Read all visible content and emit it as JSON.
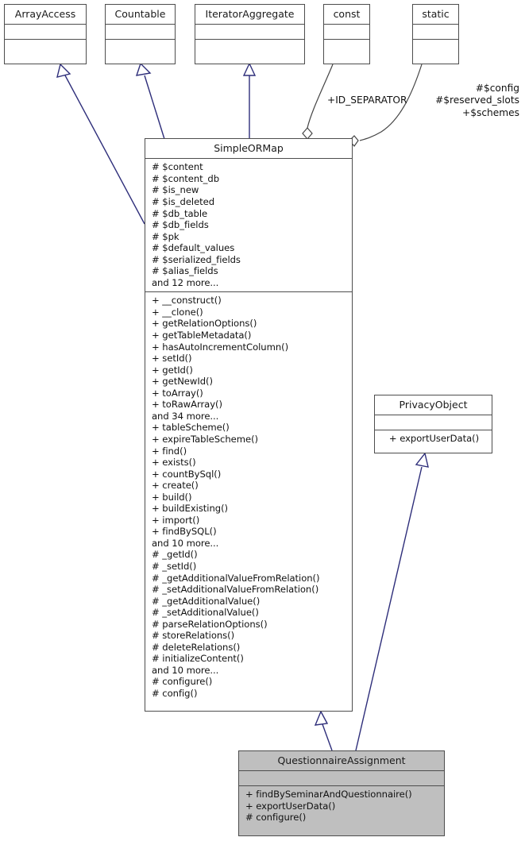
{
  "diagram": {
    "kind": "uml-class-diagram",
    "colors": {
      "inheritance_arrow": "#2e2e7a",
      "association_line": "#444444",
      "box_border": "#4d4d4d",
      "box_fill": "#ffffff",
      "highlight_fill": "#bfbfbf",
      "text": "#111111",
      "background": "#ffffff"
    },
    "classes": [
      {
        "id": "array-access",
        "name": "ArrayAccess",
        "attributes": [],
        "methods": [],
        "highlighted": false
      },
      {
        "id": "countable",
        "name": "Countable",
        "attributes": [],
        "methods": [],
        "highlighted": false
      },
      {
        "id": "iterator-aggregate",
        "name": "IteratorAggregate",
        "attributes": [],
        "methods": [],
        "highlighted": false
      },
      {
        "id": "const",
        "name": "const",
        "attributes": [],
        "methods": [],
        "highlighted": false
      },
      {
        "id": "static",
        "name": "static",
        "attributes": [],
        "methods": [],
        "highlighted": false
      },
      {
        "id": "simple-or-map",
        "name": "SimpleORMap",
        "attributes": [
          "# $content",
          "# $content_db",
          "# $is_new",
          "# $is_deleted",
          "# $db_table",
          "# $db_fields",
          "# $pk",
          "# $default_values",
          "# $serialized_fields",
          "# $alias_fields",
          "and 12 more..."
        ],
        "methods": [
          "+ __construct()",
          "+ __clone()",
          "+ getRelationOptions()",
          "+ getTableMetadata()",
          "+ hasAutoIncrementColumn()",
          "+ setId()",
          "+ getId()",
          "+ getNewId()",
          "+ toArray()",
          "+ toRawArray()",
          "and 34 more...",
          "+ tableScheme()",
          "+ expireTableScheme()",
          "+ find()",
          "+ exists()",
          "+ countBySql()",
          "+ create()",
          "+ build()",
          "+ buildExisting()",
          "+ import()",
          "+ findBySQL()",
          "and 10 more...",
          "# _getId()",
          "# _setId()",
          "# _getAdditionalValueFromRelation()",
          "# _setAdditionalValueFromRelation()",
          "# _getAdditionalValue()",
          "# _setAdditionalValue()",
          "# parseRelationOptions()",
          "# storeRelations()",
          "# deleteRelations()",
          "# initializeContent()",
          "and 10 more...",
          "# configure()",
          "# config()"
        ],
        "highlighted": false
      },
      {
        "id": "privacy-object",
        "name": "PrivacyObject",
        "attributes": [],
        "methods": [
          "+ exportUserData()"
        ],
        "highlighted": false
      },
      {
        "id": "questionnaire-assignment",
        "name": "QuestionnaireAssignment",
        "attributes": [],
        "methods": [
          "+ findBySeminarAndQuestionnaire()",
          "+ exportUserData()",
          "# configure()"
        ],
        "highlighted": true
      }
    ],
    "edge_labels": [
      {
        "id": "id-separator-label",
        "text": "+ID_SEPARATOR"
      },
      {
        "id": "static-members-label",
        "lines": [
          "#$config",
          "#$reserved_slots",
          "+$schemes"
        ]
      }
    ],
    "relations": [
      {
        "from": "simple-or-map",
        "to": "array-access",
        "type": "inheritance"
      },
      {
        "from": "simple-or-map",
        "to": "countable",
        "type": "inheritance"
      },
      {
        "from": "simple-or-map",
        "to": "iterator-aggregate",
        "type": "inheritance"
      },
      {
        "from": "simple-or-map",
        "to": "const",
        "type": "aggregation"
      },
      {
        "from": "simple-or-map",
        "to": "static",
        "type": "aggregation"
      },
      {
        "from": "questionnaire-assignment",
        "to": "simple-or-map",
        "type": "inheritance"
      },
      {
        "from": "questionnaire-assignment",
        "to": "privacy-object",
        "type": "inheritance"
      }
    ]
  }
}
